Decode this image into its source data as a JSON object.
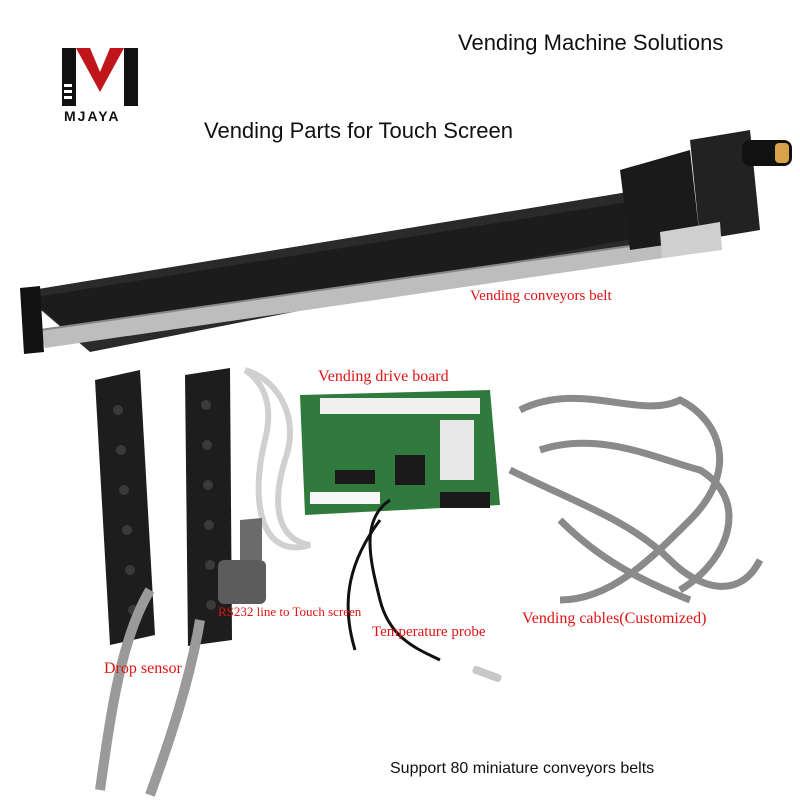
{
  "logo": {
    "text": "MJAYA",
    "color": "#c0161b"
  },
  "headline": "Vending Machine Solutions",
  "subheadline": "Vending Parts for Touch Screen",
  "labels": {
    "conveyor_belt": "Vending conveyors belt",
    "drive_board": "Vending drive board",
    "rs232": "RS232 line to Touch screen",
    "temperature_probe": "Temperature probe",
    "cables": "Vending cables(Customized)",
    "drop_sensor": "Drop sensor"
  },
  "footer": "Support 80 miniature conveyors belts",
  "colors": {
    "label_red": "#e01414",
    "board_green": "#2f7a3c",
    "belt_black": "#1c1c1c"
  }
}
